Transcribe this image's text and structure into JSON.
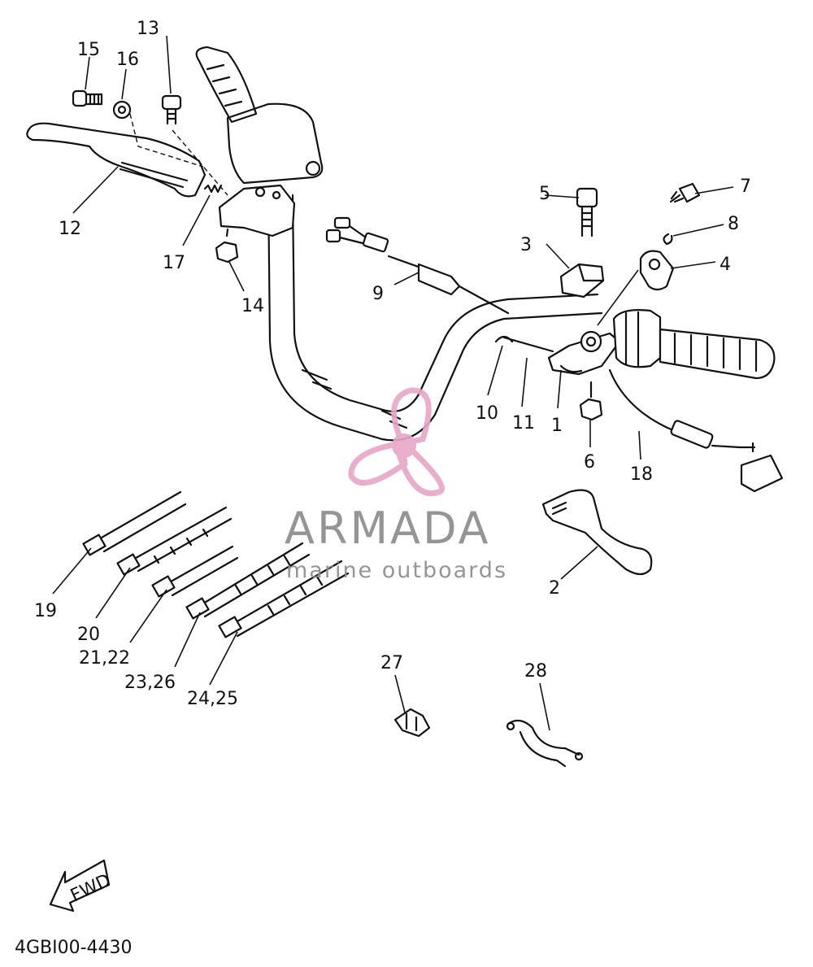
{
  "diagram": {
    "code": "4GBI00-4430",
    "fwd_label": "FWD",
    "callouts": [
      "1",
      "2",
      "3",
      "4",
      "5",
      "6",
      "7",
      "8",
      "9",
      "10",
      "11",
      "12",
      "13",
      "14",
      "15",
      "16",
      "17",
      "18",
      "19",
      "20",
      "21,22",
      "23,26",
      "24,25",
      "27",
      "28"
    ]
  },
  "watermark": {
    "brand": "ARMADA",
    "tagline": "marine outboards",
    "logo_icon": "propeller-icon",
    "logo_color": "#e8a6c8"
  }
}
